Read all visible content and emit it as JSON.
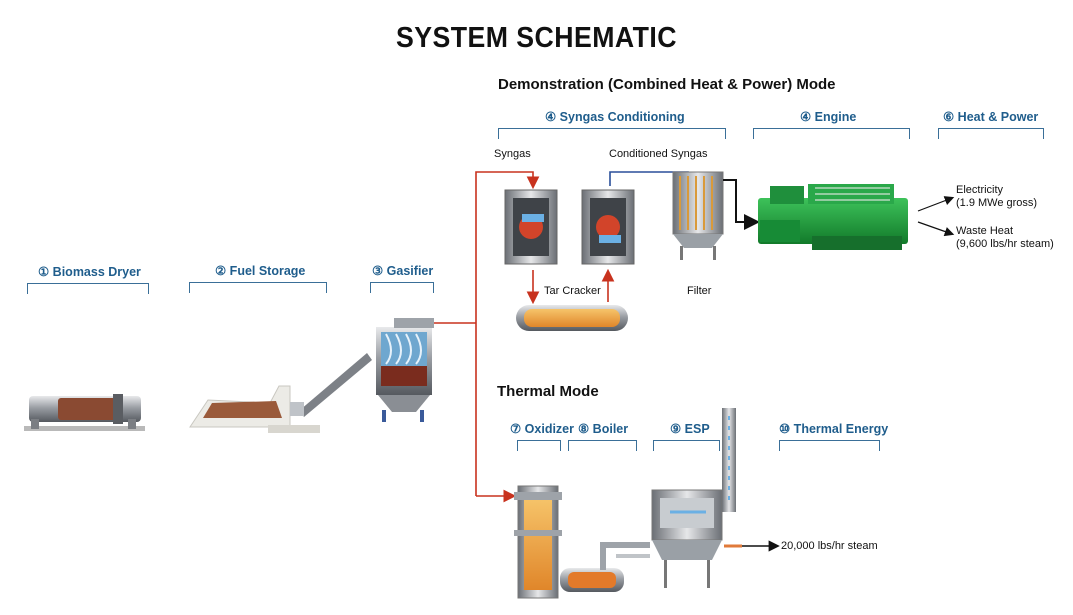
{
  "title": "SYSTEM SCHEMATIC",
  "modes": {
    "demo": "Demonstration (Combined Heat & Power) Mode",
    "thermal": "Thermal Mode"
  },
  "stages": {
    "dryer": "① Biomass Dryer",
    "storage": "② Fuel Storage",
    "gasifier": "③ Gasifier",
    "syngas_conditioning": "④ Syngas Conditioning",
    "engine": "④ Engine",
    "heat_power": "⑥ Heat & Power",
    "oxidizer": "⑦ Oxidizer",
    "boiler": "⑧ Boiler",
    "esp": "⑨ ESP",
    "thermal_energy": "⑩ Thermal Energy"
  },
  "labels": {
    "syngas": "Syngas",
    "conditioned_syngas": "Conditioned Syngas",
    "tar_cracker": "Tar Cracker",
    "filter": "Filter",
    "electricity": "Electricity",
    "electricity_value": "(1.9 MWe gross)",
    "waste_heat": "Waste Heat",
    "waste_heat_value": "(9,600 lbs/hr steam)",
    "steam_output": "20,000 lbs/hr steam"
  },
  "colors": {
    "accent_blue": "#1f5d8c",
    "flow_red": "#c8321e",
    "flow_blue": "#2a4f9a",
    "engine_green": "#1f9a3a"
  }
}
